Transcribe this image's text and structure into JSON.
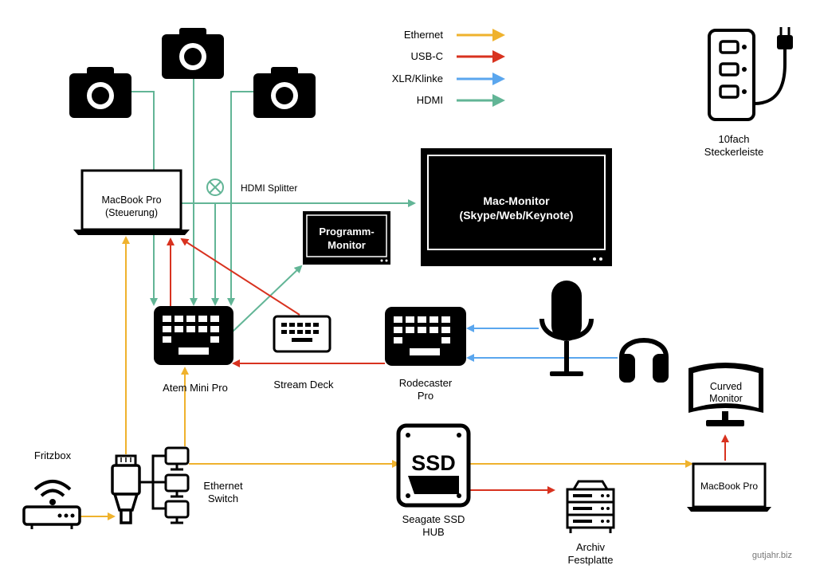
{
  "legend": {
    "ethernet": "Ethernet",
    "usbc": "USB-C",
    "xlr": "XLR/Klinke",
    "hdmi": "HDMI"
  },
  "colors": {
    "ethernet": "#efb22d",
    "usbc": "#d8321f",
    "xlr": "#5aa6ee",
    "hdmi": "#62b596"
  },
  "devices": {
    "macbook_top_line1": "MacBook Pro",
    "macbook_top_line2": "(Steuerung)",
    "hdmi_splitter": "HDMI Splitter",
    "mac_monitor_line1": "Mac-Monitor",
    "mac_monitor_line2": "(Skype/Web/Keynote)",
    "program_monitor_line1": "Programm-",
    "program_monitor_line2": "Monitor",
    "power_strip_line1": "10fach",
    "power_strip_line2": "Steckerleiste",
    "atem": "Atem Mini Pro",
    "stream_deck": "Stream Deck",
    "rodecaster_line1": "Rodecaster",
    "rodecaster_line2": "Pro",
    "curved_monitor_line1": "Curved",
    "curved_monitor_line2": "Monitor",
    "fritzbox": "Fritzbox",
    "ethernet_switch_line1": "Ethernet",
    "ethernet_switch_line2": "Switch",
    "ssd_label": "SSD",
    "ssd_hub_line1": "Seagate SSD",
    "ssd_hub_line2": "HUB",
    "macbook_bottom": "MacBook Pro",
    "archive_line1": "Archiv",
    "archive_line2": "Festplatte"
  },
  "credit": "gutjahr.biz"
}
